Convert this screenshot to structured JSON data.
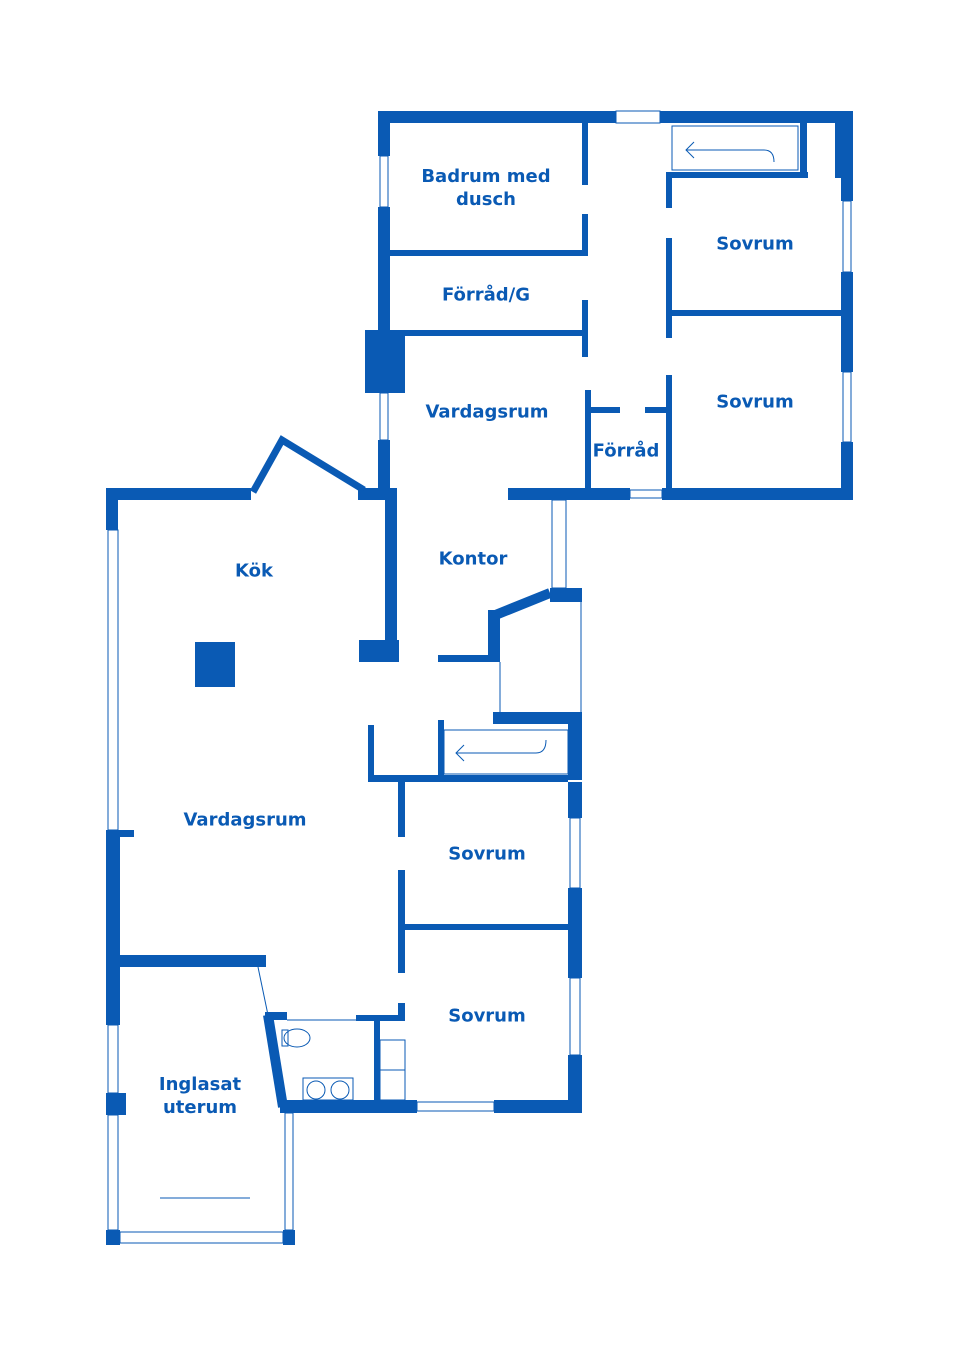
{
  "colors": {
    "wall": "#0a5ab4",
    "background": "#ffffff"
  },
  "rooms": {
    "badrum": "Badrum med\ndusch",
    "forrad_g": "Förråd/G",
    "sovrum_1": "Sovrum",
    "sovrum_2": "Sovrum",
    "vardagsrum_upper": "Vardagsrum",
    "forrad": "Förråd",
    "kok": "Kök",
    "kontor": "Kontor",
    "vardagsrum_main": "Vardagsrum",
    "sovrum_3": "Sovrum",
    "sovrum_4": "Sovrum",
    "uterum": "Inglasat\nuterum"
  },
  "icons": [
    "stair-arrow-icon",
    "toilet-icon",
    "sink-icon",
    "fireplace-icon"
  ]
}
